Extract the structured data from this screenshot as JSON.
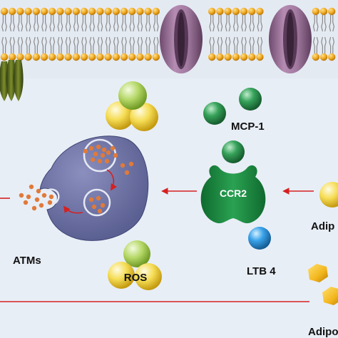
{
  "labels": {
    "mcp1": "MCP-1",
    "ccr2": "CCR2",
    "atms": "ATMs",
    "ros": "ROS",
    "ltb4": "LTB 4",
    "adipo_upper": "Adip",
    "adipo_lower": "Adipo"
  },
  "colors": {
    "background": "#e8eef6",
    "membrane_head": "#f0a820",
    "macrophage": "#6f75a6",
    "ccr2_receptor": "#1e9447",
    "mcp1_sphere": "#2a8f4d",
    "ltb4_sphere": "#3a9be0",
    "ros_yellow": "#f2d54a",
    "ros_green": "#b8d86a",
    "granule": "#e07a3a",
    "arrow": "#d62020",
    "channel": "#a27aa0",
    "hexagon": "#f2b51c"
  },
  "icons": {
    "membrane": "lipid-bilayer-icon",
    "channel": "ion-channel-icon",
    "receptor": "receptor-icon",
    "macrophage": "macrophage-cell-icon"
  }
}
